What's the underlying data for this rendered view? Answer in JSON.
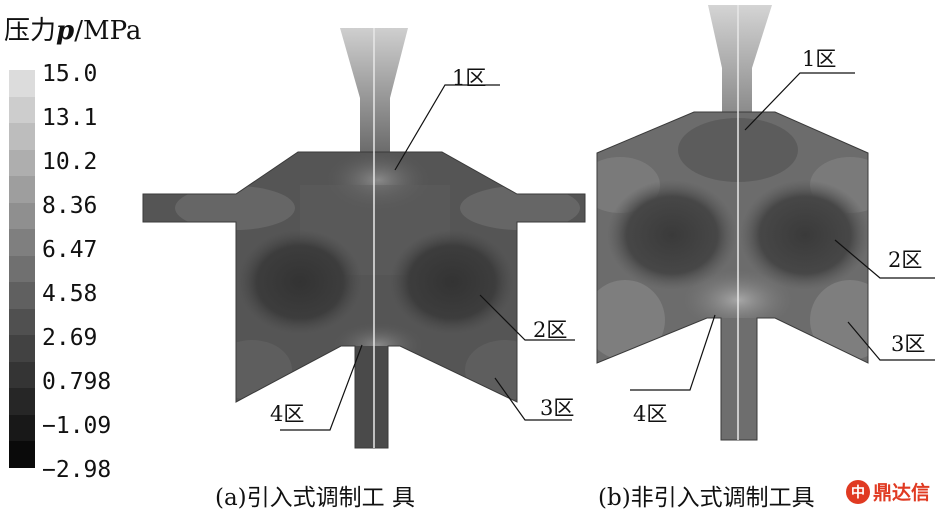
{
  "legend": {
    "title_prefix": "压力",
    "title_var": "p",
    "title_unit": "/MPa",
    "ticks": [
      "15.0",
      "13.1",
      "10.2",
      "8.36",
      "6.47",
      "4.58",
      "2.69",
      "0.798",
      "−1.09",
      "−2.98"
    ],
    "colors": [
      "#dcdcdc",
      "#cdcdcd",
      "#bdbdbd",
      "#aeaeae",
      "#9e9e9e",
      "#8f8f8f",
      "#7f7f7f",
      "#707070",
      "#606060",
      "#505050",
      "#424242",
      "#343434",
      "#262626",
      "#181818",
      "#0a0a0a"
    ]
  },
  "panel_a": {
    "caption": "(a)引入式调制工 具",
    "zone1": "1区",
    "zone2": "2区",
    "zone3": "3区",
    "zone4": "4区"
  },
  "panel_b": {
    "caption": "(b)非引入式调制工具",
    "zone1": "1区",
    "zone2": "2区",
    "zone3": "3区",
    "zone4": "4区"
  },
  "watermark": {
    "logo_text": "中",
    "text": "鼎达信"
  }
}
